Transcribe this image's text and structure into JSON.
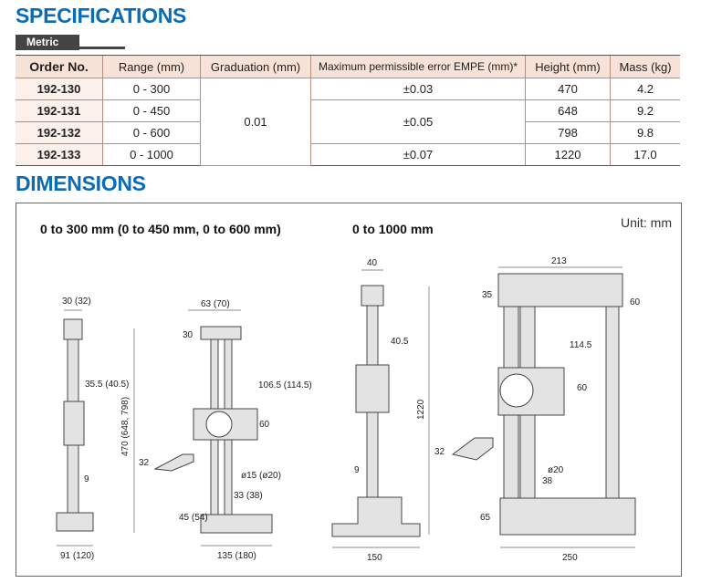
{
  "specifications": {
    "title": "SPECIFICATIONS",
    "tag": "Metric",
    "headers": [
      "Order No.",
      "Range (mm)",
      "Graduation (mm)",
      "Maximum permissible error EMPE (mm)*",
      "Height (mm)",
      "Mass (kg)"
    ],
    "rows": [
      {
        "order": "192-130",
        "range": "0 - 300",
        "height": "470",
        "mass": "4.2"
      },
      {
        "order": "192-131",
        "range": "0 - 450",
        "height": "648",
        "mass": "9.2"
      },
      {
        "order": "192-132",
        "range": "0 - 600",
        "height": "798",
        "mass": "9.8"
      },
      {
        "order": "192-133",
        "range": "0 - 1000",
        "height": "1220",
        "mass": "17.0"
      }
    ],
    "graduation": "0.01",
    "errors": [
      "±0.03",
      "±0.05",
      "±0.07"
    ]
  },
  "dimensions": {
    "title": "DIMENSIONS",
    "unit": "Unit: mm",
    "left_title": "0 to 300 mm (0 to 450 mm, 0 to 600 mm)",
    "right_title": "0 to 1000 mm",
    "left_labels": {
      "top_width": "30 (32)",
      "head_width": "63 (70)",
      "head_h": "30",
      "arm_reach": "35.5 (40.5)",
      "dial_reach": "106.5 (114.5)",
      "dial_h": "60",
      "height": "470 (648, 798)",
      "scriber_h": "32",
      "scriber_t": "9",
      "knob": "ø15 (ø20)",
      "post": "33 (38)",
      "base_h": "45 (54)",
      "base_side": "91 (120)",
      "base_front": "135 (180)"
    },
    "right_labels": {
      "top_width": "40",
      "arm_reach": "40.5",
      "scriber_t": "9",
      "base_side": "150",
      "frame_w": "213",
      "head_h": "35",
      "head_right": "60",
      "dial_reach": "114.5",
      "dial_h": "60",
      "height": "1220",
      "scriber_h": "32",
      "knob": "ø20",
      "post": "38",
      "base_h": "65",
      "base_front": "250"
    }
  }
}
